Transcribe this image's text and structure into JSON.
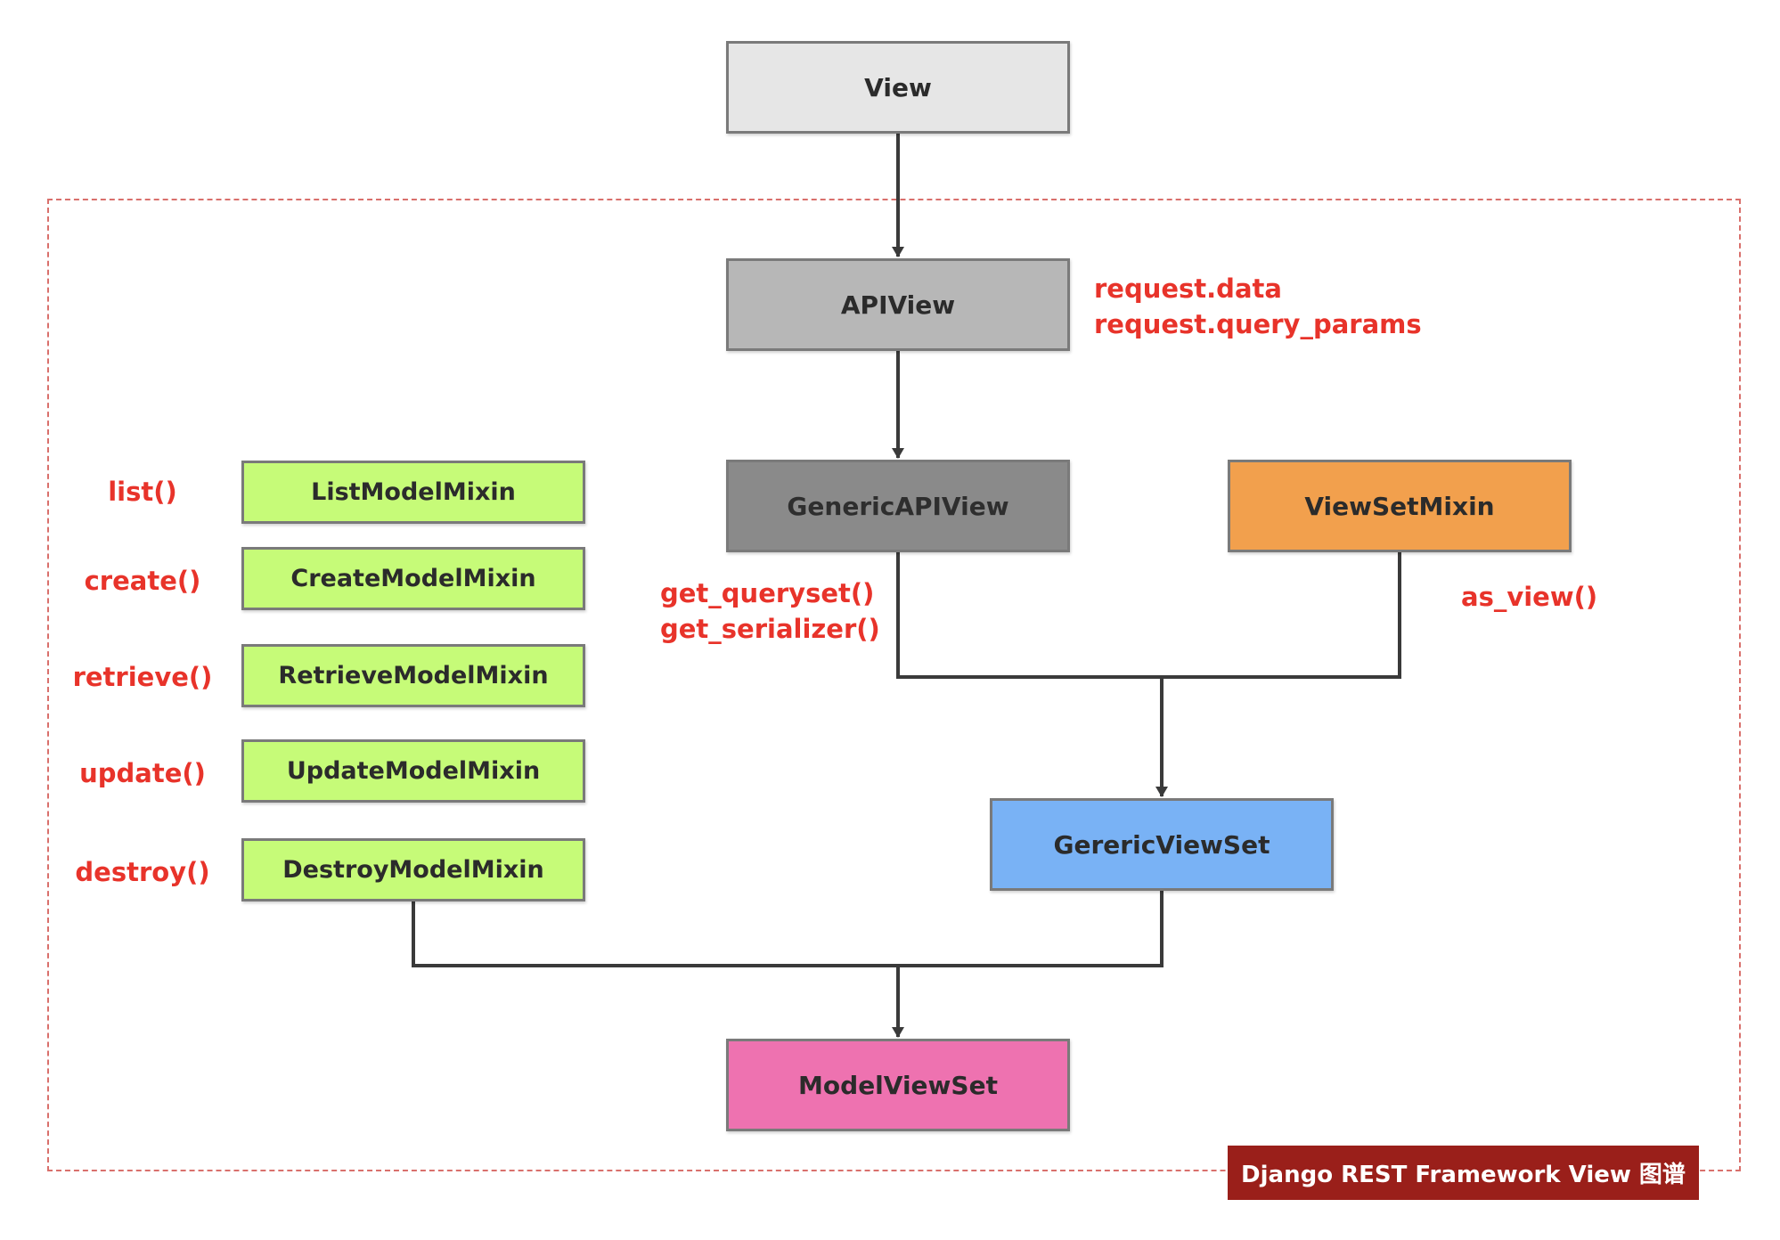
{
  "nodes": {
    "view": "View",
    "apiview": "APIView",
    "generic_api_view": "GenericAPIView",
    "viewset_mixin": "ViewSetMixin",
    "generic_viewset": "GerericViewSet",
    "model_viewset": "ModelViewSet"
  },
  "mixins": {
    "list": "ListModelMixin",
    "create": "CreateModelMixin",
    "retrieve": "RetrieveModelMixin",
    "update": "UpdateModelMixin",
    "destroy": "DestroyModelMixin"
  },
  "methods": {
    "list": "list()",
    "create": "create()",
    "retrieve": "retrieve()",
    "update": "update()",
    "destroy": "destroy()"
  },
  "notes": {
    "apiview_line1": "request.data",
    "apiview_line2": "request.query_params",
    "generic_line1": "get_queryset()",
    "generic_line2": "get_serializer()",
    "viewset_mixin": "as_view()"
  },
  "banner": "Django REST Framework View 图谱",
  "colors": {
    "view": "#e6e6e6",
    "apiview": "#b7b7b7",
    "generic_api_view": "#8a8a8a",
    "viewset_mixin": "#f2a04d",
    "generic_viewset": "#79b2f5",
    "model_viewset": "#ee72b0",
    "mixin": "#c6fb78",
    "annotation": "#e8332a",
    "banner": "#9a1f1a",
    "frame": "#d9706c"
  }
}
